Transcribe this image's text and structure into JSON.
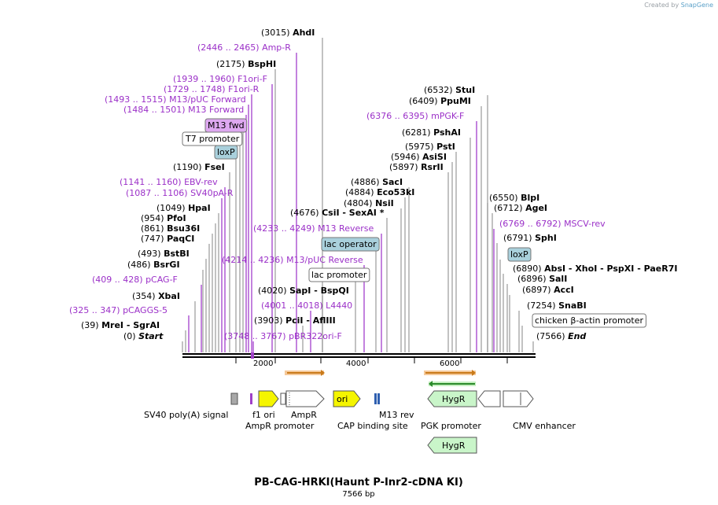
{
  "credit": {
    "prefix": "Created by",
    "brand": "SnapGene"
  },
  "map": {
    "title": "PB-CAG-HRKI(Haunt P-Inr2-cDNA KI)",
    "length_label": "7566 bp",
    "scale_ticks": [
      "2000",
      "4000",
      "6000"
    ],
    "colors": {
      "site": "#000000",
      "primer": "#9b30c8",
      "accent_primer": "#9b30c8"
    }
  },
  "sites": [
    {
      "pos": "(0)",
      "name": "Start",
      "style": "italic"
    },
    {
      "pos": "(39)",
      "name": "MreI  -  SgrAI"
    },
    {
      "pos": "(325 .. 347)",
      "name": "pCAGGS-5",
      "kind": "primer"
    },
    {
      "pos": "(354)",
      "name": "XbaI"
    },
    {
      "pos": "(409 .. 428)",
      "name": "pCAG-F",
      "kind": "primer"
    },
    {
      "pos": "(486)",
      "name": "BsrGI"
    },
    {
      "pos": "(493)",
      "name": "BstBI"
    },
    {
      "pos": "(747)",
      "name": "PaqCI"
    },
    {
      "pos": "(861)",
      "name": "Bsu36I"
    },
    {
      "pos": "(954)",
      "name": "PfoI"
    },
    {
      "pos": "(1049)",
      "name": "HpaI"
    },
    {
      "pos": "(1087 .. 1106)",
      "name": "SV40pA-R",
      "kind": "primer"
    },
    {
      "pos": "(1141 .. 1160)",
      "name": "EBV-rev",
      "kind": "primer"
    },
    {
      "pos": "(1190)",
      "name": "FseI"
    },
    {
      "pos": "",
      "name": "loxP",
      "kind": "box-blue"
    },
    {
      "pos": "",
      "name": "T7 promoter",
      "kind": "box-white"
    },
    {
      "pos": "",
      "name": "M13 fwd",
      "kind": "box-purple"
    },
    {
      "pos": "(1484 .. 1501)",
      "name": "M13 Forward",
      "kind": "primer"
    },
    {
      "pos": "(1493 .. 1515)",
      "name": "M13/pUC Forward",
      "kind": "primer"
    },
    {
      "pos": "(1729 .. 1748)",
      "name": "F1ori-R",
      "kind": "primer"
    },
    {
      "pos": "(1939 .. 1960)",
      "name": "F1ori-F",
      "kind": "primer"
    },
    {
      "pos": "(2175)",
      "name": "BspHI"
    },
    {
      "pos": "(2446 .. 2465)",
      "name": "Amp-R",
      "kind": "primer"
    },
    {
      "pos": "(3015)",
      "name": "AhdI"
    },
    {
      "pos": "(3748 .. 3767)",
      "name": "pBR322ori-F",
      "kind": "primer"
    },
    {
      "pos": "(3903)",
      "name": "PciI  -  AflIII"
    },
    {
      "pos": "(4001 .. 4018)",
      "name": "L4440",
      "kind": "primer"
    },
    {
      "pos": "(4020)",
      "name": "SapI  -  BspQI"
    },
    {
      "pos": "",
      "name": "lac promoter",
      "kind": "box-white"
    },
    {
      "pos": "(4214 .. 4236)",
      "name": "M13/pUC Reverse",
      "kind": "primer"
    },
    {
      "pos": "",
      "name": "lac operator",
      "kind": "box-blue"
    },
    {
      "pos": "(4233 .. 4249)",
      "name": "M13 Reverse",
      "kind": "primer"
    },
    {
      "pos": "(4676)",
      "name": "CsiI  -  SexAI *"
    },
    {
      "pos": "(4804)",
      "name": "NsiI"
    },
    {
      "pos": "(4884)",
      "name": "Eco53kI"
    },
    {
      "pos": "(4886)",
      "name": "SacI"
    },
    {
      "pos": "(5897)",
      "name": "RsrII"
    },
    {
      "pos": "(5946)",
      "name": "AsiSI"
    },
    {
      "pos": "(5975)",
      "name": "PstI"
    },
    {
      "pos": "(6281)",
      "name": "PshAI"
    },
    {
      "pos": "(6376 .. 6395)",
      "name": "mPGK-F",
      "kind": "primer"
    },
    {
      "pos": "(6409)",
      "name": "PpuMI"
    },
    {
      "pos": "(6532)",
      "name": "StuI"
    },
    {
      "pos": "(6550)",
      "name": "BlpI"
    },
    {
      "pos": "(6712)",
      "name": "AgeI"
    },
    {
      "pos": "(6769 .. 6792)",
      "name": "MSCV-rev",
      "kind": "primer"
    },
    {
      "pos": "(6791)",
      "name": "SphI"
    },
    {
      "pos": "",
      "name": "loxP",
      "kind": "box-blue"
    },
    {
      "pos": "(6890)",
      "name": "AbsI  -  XhoI  -  PspXI  -  PaeR7I"
    },
    {
      "pos": "(6896)",
      "name": "SalI"
    },
    {
      "pos": "(6897)",
      "name": "AccI"
    },
    {
      "pos": "(7254)",
      "name": "SnaBI"
    },
    {
      "pos": "",
      "name": "chicken β-actin promoter",
      "kind": "box-white"
    },
    {
      "pos": "(7566)",
      "name": "End",
      "style": "italic"
    }
  ],
  "features": [
    {
      "name": "SV40 poly(A) signal",
      "color": "#a8a8a8"
    },
    {
      "name": "f1 ori",
      "color": "#a040c8"
    },
    {
      "name": "AmpR",
      "color": "#f5f500"
    },
    {
      "name": "AmpR promoter",
      "color": "#ffffff"
    },
    {
      "name": "ori",
      "color": "#f5f500"
    },
    {
      "name": "CAP binding site",
      "color": "#2f5fb0"
    },
    {
      "name": "M13 rev",
      "color": "#c0c0c0"
    },
    {
      "name": "HygR",
      "color": "#c9f5c9"
    },
    {
      "name": "PGK promoter",
      "color": "#ffffff"
    },
    {
      "name": "CMV enhancer",
      "color": "#ffffff"
    },
    {
      "name": "HygR",
      "color": "#c9f5c9"
    }
  ]
}
